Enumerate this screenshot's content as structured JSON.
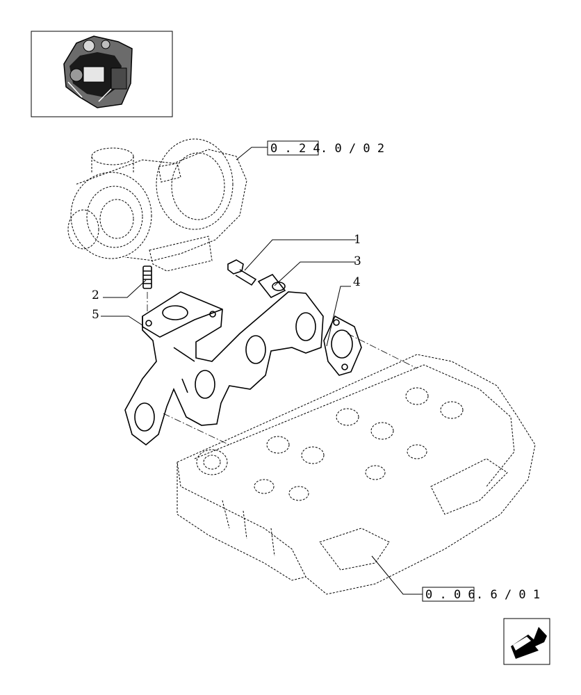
{
  "callouts": {
    "c1": "1",
    "c2": "2",
    "c3": "3",
    "c4": "4",
    "c5": "5"
  },
  "refs": {
    "turbo": {
      "boxed": "0 . 2 4",
      "suffix": ". 0 / 0 2"
    },
    "head": {
      "boxed": "0 . 0 6",
      "suffix": ". 6 / 0 1"
    }
  },
  "icons": {
    "thumbnail": "engine-thumbnail-icon",
    "nav": "next-page-arrow-icon"
  }
}
